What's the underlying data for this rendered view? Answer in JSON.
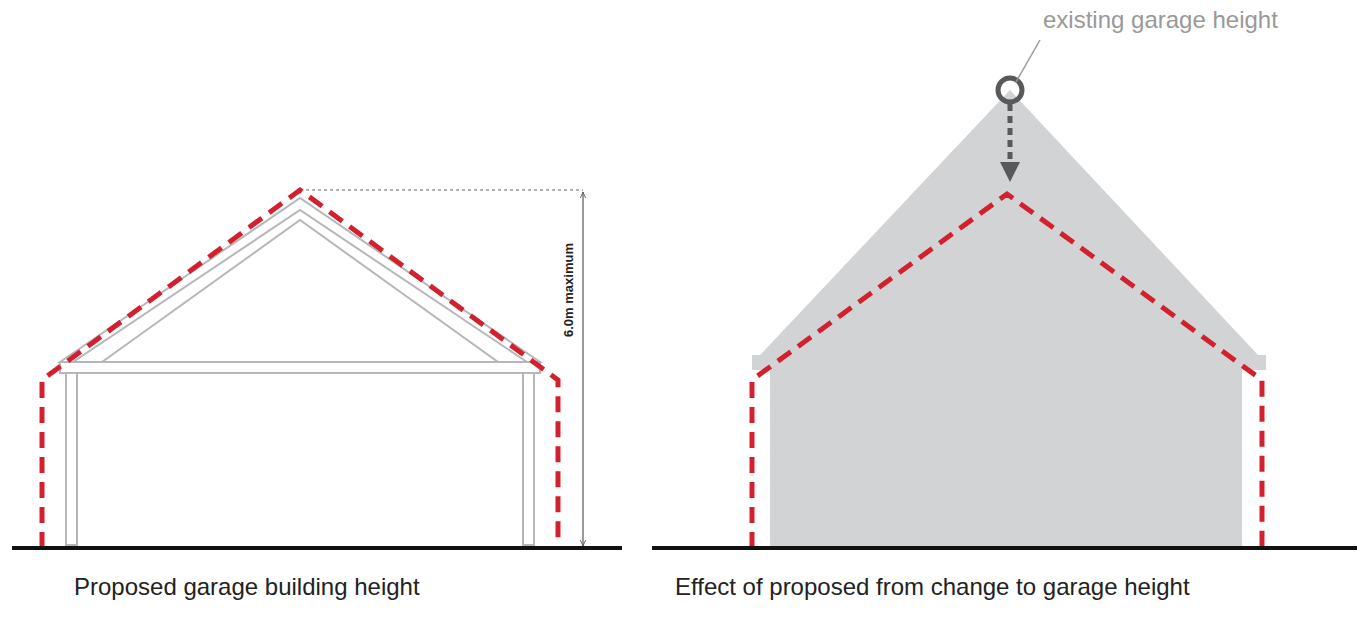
{
  "diagram": {
    "labels": [
      "6.0m maximum",
      "existing garage height",
      "Proposed garage building height",
      "Effect of proposed from change to garage height"
    ]
  }
}
